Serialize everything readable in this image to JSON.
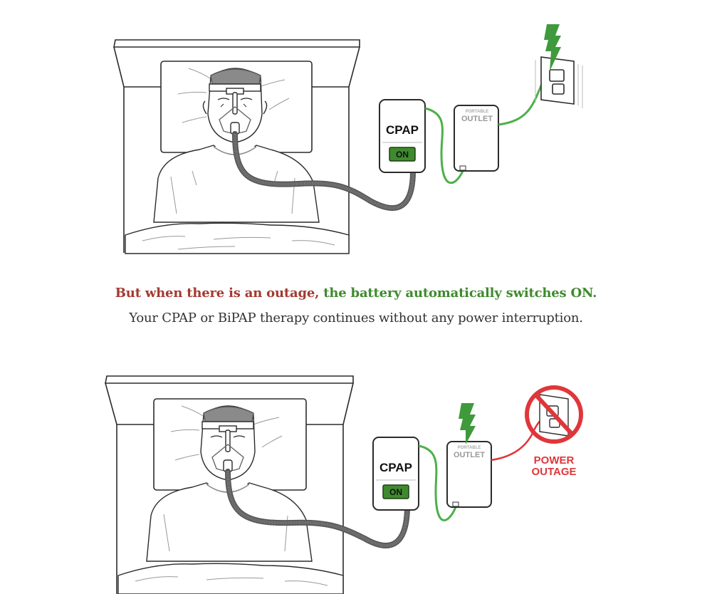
{
  "colors": {
    "alert_red": "#a33a32",
    "battery_green": "#3f8a2e",
    "cable_green": "#4db04a",
    "outage_red": "#e0363a",
    "body_text": "#333333",
    "line_art": "#2b2b2b"
  },
  "top_panel": {
    "device_label": "CPAP",
    "button_label": "ON",
    "battery_brand_small": "PORTABLE",
    "battery_brand_large": "OUTLET",
    "power_source": "wall-outlet",
    "power_icon": "lightning-bolt-icon"
  },
  "caption": {
    "part_red": "But when there is an outage,",
    "part_green": "the battery automatically switches ON.",
    "subline": "Your CPAP or BiPAP therapy continues without any power interruption."
  },
  "bottom_panel": {
    "device_label": "CPAP",
    "button_label": "ON",
    "battery_brand_small": "PORTABLE",
    "battery_brand_large": "OUTLET",
    "outage_label_line1": "POWER",
    "outage_label_line2": "OUTAGE",
    "outage_icon": "no-power-outlet-icon",
    "power_icon": "lightning-bolt-icon"
  }
}
